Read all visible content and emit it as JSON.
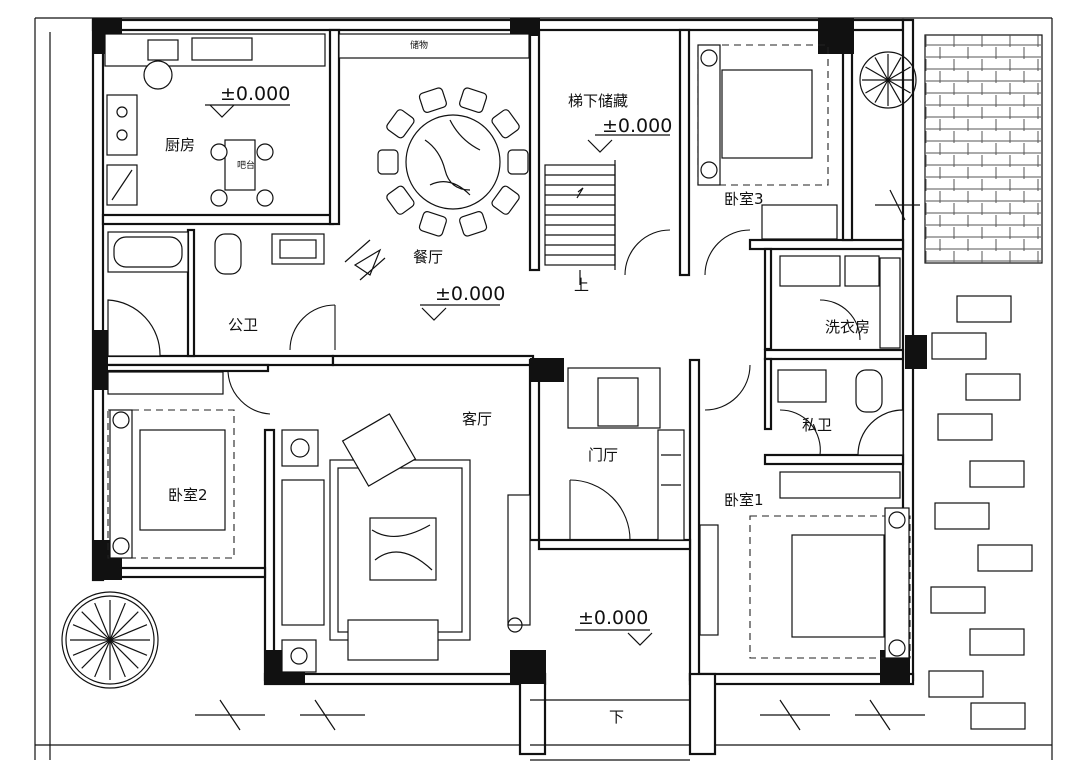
{
  "rooms": {
    "kitchen": "厨房",
    "bar": "吧台",
    "storage": "储物",
    "dining": "餐厅",
    "under_stair_storage": "梯下储藏",
    "bedroom3": "卧室3",
    "public_bath": "公卫",
    "laundry": "洗衣房",
    "living": "客厅",
    "foyer": "门厅",
    "private_bath": "私卫",
    "bedroom2": "卧室2",
    "bedroom1": "卧室1"
  },
  "levels": {
    "kitchen": "±0.000",
    "under_stair": "±0.000",
    "dining": "±0.000",
    "entrance": "±0.000"
  },
  "stair": {
    "up": "上",
    "down": "下"
  }
}
